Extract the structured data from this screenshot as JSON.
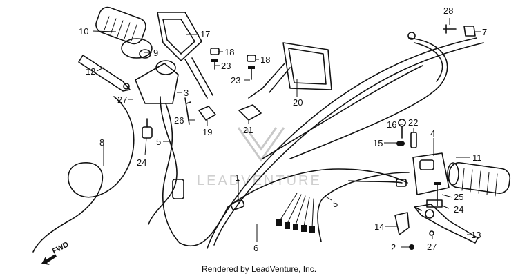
{
  "callouts": [
    {
      "text": "10"
    },
    {
      "text": "9"
    },
    {
      "text": "17"
    },
    {
      "text": "18"
    },
    {
      "text": "23"
    },
    {
      "text": "18"
    },
    {
      "text": "23"
    },
    {
      "text": "12"
    },
    {
      "text": "3"
    },
    {
      "text": "27"
    },
    {
      "text": "26"
    },
    {
      "text": "19"
    },
    {
      "text": "21"
    },
    {
      "text": "20"
    },
    {
      "text": "28"
    },
    {
      "text": "7"
    },
    {
      "text": "16"
    },
    {
      "text": "22"
    },
    {
      "text": "4"
    },
    {
      "text": "15"
    },
    {
      "text": "11"
    },
    {
      "text": "8"
    },
    {
      "text": "5"
    },
    {
      "text": "24"
    },
    {
      "text": "1"
    },
    {
      "text": "5"
    },
    {
      "text": "6"
    },
    {
      "text": "25"
    },
    {
      "text": "24"
    },
    {
      "text": "14"
    },
    {
      "text": "13"
    },
    {
      "text": "2"
    },
    {
      "text": "27"
    }
  ],
  "watermark": "LEADVENTURE",
  "fwd_label": "FWD",
  "credit": "Rendered by LeadVenture, Inc."
}
